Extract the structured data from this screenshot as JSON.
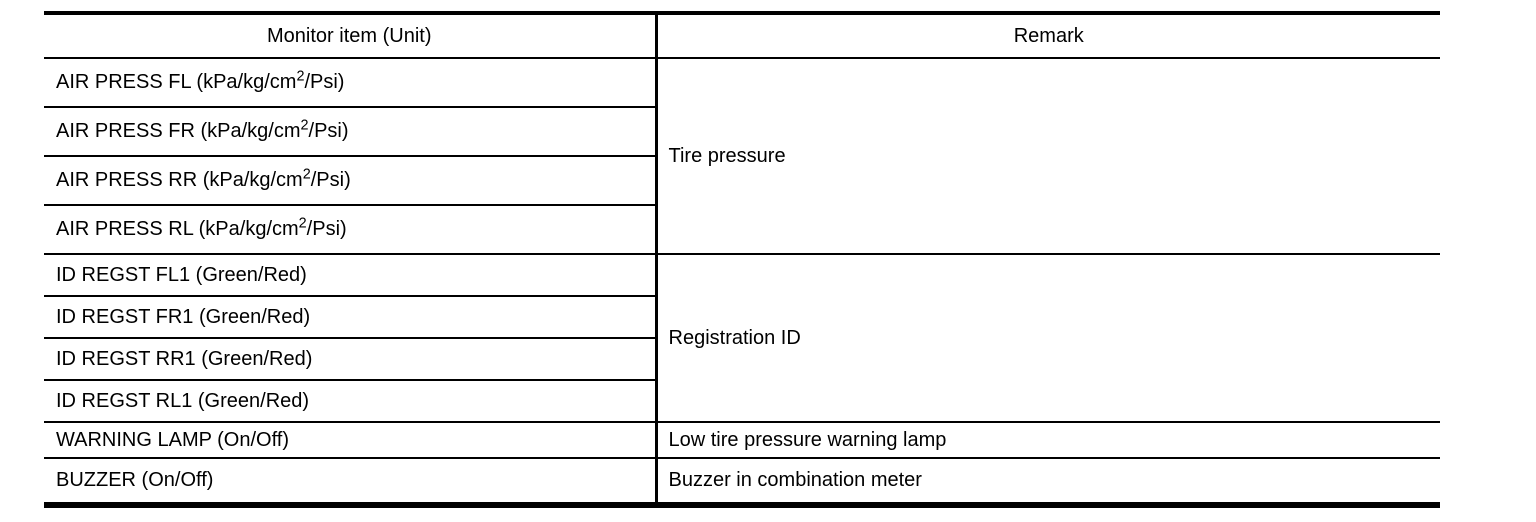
{
  "table": {
    "header": {
      "monitor": "Monitor item (Unit)",
      "remark": "Remark"
    },
    "monitor_items": [
      {
        "pre": "AIR PRESS FL (kPa/kg/cm",
        "sup": "2",
        "post": "/Psi)"
      },
      {
        "pre": "AIR PRESS FR (kPa/kg/cm",
        "sup": "2",
        "post": "/Psi)"
      },
      {
        "pre": "AIR PRESS RR (kPa/kg/cm",
        "sup": "2",
        "post": "/Psi)"
      },
      {
        "pre": "AIR PRESS RL (kPa/kg/cm",
        "sup": "2",
        "post": "/Psi)"
      },
      {
        "pre": "ID REGST FL1 (Green/Red)"
      },
      {
        "pre": "ID REGST FR1 (Green/Red)"
      },
      {
        "pre": "ID REGST RR1 (Green/Red)"
      },
      {
        "pre": "ID REGST RL1 (Green/Red)"
      },
      {
        "pre": "WARNING LAMP (On/Off)"
      },
      {
        "pre": "BUZZER (On/Off)"
      }
    ],
    "remarks": [
      {
        "label": "Tire pressure",
        "span": 4
      },
      {
        "label": "Registration ID",
        "span": 4
      },
      {
        "label": "Low tire pressure warning lamp",
        "span": 1
      },
      {
        "label": "Buzzer in combination meter",
        "span": 1
      }
    ]
  },
  "colors": {
    "border": "#000000",
    "text": "#000000",
    "background": "#ffffff"
  }
}
